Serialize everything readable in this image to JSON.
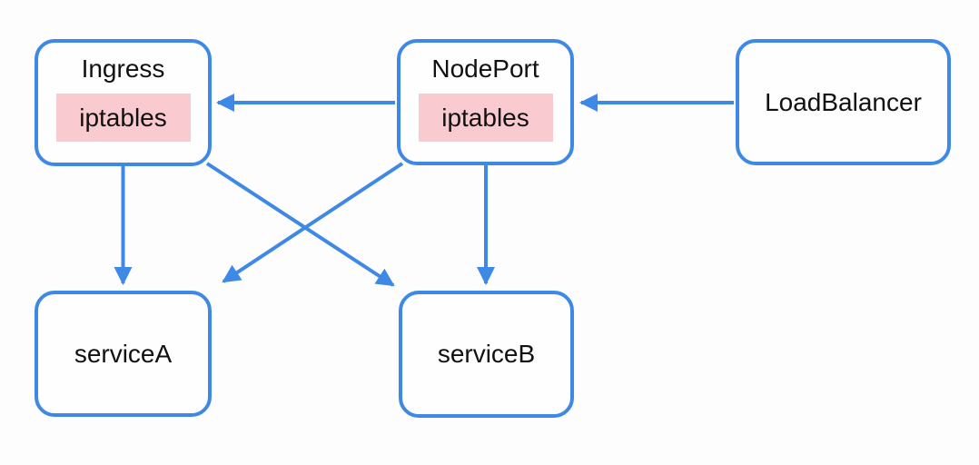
{
  "diagram": {
    "nodes": [
      {
        "id": "ingress",
        "label": "Ingress",
        "badge": "iptables"
      },
      {
        "id": "nodeport",
        "label": "NodePort",
        "badge": "iptables"
      },
      {
        "id": "loadbalancer",
        "label": "LoadBalancer"
      },
      {
        "id": "servicea",
        "label": "serviceA"
      },
      {
        "id": "serviceb",
        "label": "serviceB"
      }
    ],
    "edges": [
      {
        "from": "loadbalancer",
        "to": "nodeport"
      },
      {
        "from": "nodeport",
        "to": "ingress"
      },
      {
        "from": "ingress",
        "to": "servicea"
      },
      {
        "from": "nodeport",
        "to": "serviceb"
      },
      {
        "from": "ingress",
        "to": "serviceb"
      },
      {
        "from": "nodeport",
        "to": "servicea"
      }
    ],
    "colors": {
      "stroke": "#3E89E5",
      "badge_bg": "#F9CBD0",
      "text": "#111111",
      "node_bg": "#FEFEFE",
      "canvas_bg": "#FDFDFD"
    }
  }
}
